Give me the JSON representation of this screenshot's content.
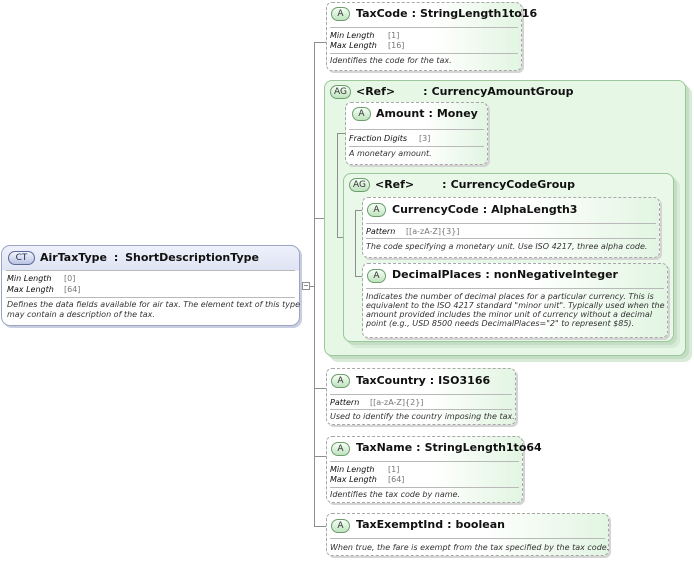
{
  "complex_type": {
    "badge": "CT",
    "name": "AirTaxType",
    "separator": ":",
    "type": "ShortDescriptionType",
    "facets": [
      {
        "label": "Min Length",
        "value": "[0]"
      },
      {
        "label": "Max Length",
        "value": "[64]"
      }
    ],
    "doc_lines": [
      "Defines the data fields available for air tax. The element text of this type",
      "may contain a description of the tax."
    ]
  },
  "tax_code": {
    "badge": "A",
    "name": "TaxCode",
    "separator": ":",
    "type": "StringLength1to16",
    "facets": [
      {
        "label": "Min Length",
        "value": "[1]"
      },
      {
        "label": "Max Length",
        "value": "[16]"
      }
    ],
    "doc": "Identifies the code for the tax."
  },
  "currency_amount_group": {
    "badge": "AG",
    "ref": "<Ref>",
    "separator": ":",
    "type": "CurrencyAmountGroup",
    "amount": {
      "badge": "A",
      "name": "Amount",
      "separator": ":",
      "type": "Money",
      "facets": [
        {
          "label": "Fraction Digits",
          "value": "[3]"
        }
      ],
      "doc": "A monetary amount."
    },
    "currency_code_group": {
      "badge": "AG",
      "ref": "<Ref>",
      "separator": ":",
      "type": "CurrencyCodeGroup",
      "currency_code": {
        "badge": "A",
        "name": "CurrencyCode",
        "separator": ":",
        "type": "AlphaLength3",
        "facets": [
          {
            "label": "Pattern",
            "value": "[[a-zA-Z]{3}]"
          }
        ],
        "doc": "The code specifying a monetary unit. Use ISO 4217, three alpha code."
      },
      "decimal_places": {
        "badge": "A",
        "name": "DecimalPlaces",
        "separator": ":",
        "type": "nonNegativeInteger",
        "doc_lines": [
          "Indicates the number of decimal places for a particular currency. This is",
          "equivalent to the ISO 4217 standard \"minor unit\". Typically used when the",
          "amount provided includes the minor unit of currency without a decimal",
          "point (e.g., USD 8500 needs DecimalPlaces=\"2\" to represent $85)."
        ]
      }
    }
  },
  "tax_country": {
    "badge": "A",
    "name": "TaxCountry",
    "separator": ":",
    "type": "ISO3166",
    "facets": [
      {
        "label": "Pattern",
        "value": "[[a-zA-Z]{2}]"
      }
    ],
    "doc": "Used to identify the country imposing the tax."
  },
  "tax_name": {
    "badge": "A",
    "name": "TaxName",
    "separator": ":",
    "type": "StringLength1to64",
    "facets": [
      {
        "label": "Min Length",
        "value": "[1]"
      },
      {
        "label": "Max Length",
        "value": "[64]"
      }
    ],
    "doc": "Identifies the tax code by name."
  },
  "tax_exempt_ind": {
    "badge": "A",
    "name": "TaxExemptInd",
    "separator": ":",
    "type": "boolean",
    "doc": "When true, the fare is exempt from the tax specified by the tax code."
  }
}
